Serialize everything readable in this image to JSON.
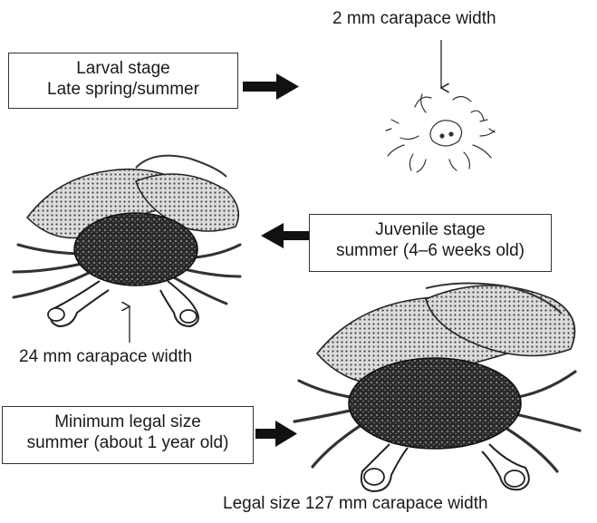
{
  "larval": {
    "line1": "Larval stage",
    "line2": "Late spring/summer",
    "size_caption": "2 mm carapace width"
  },
  "juvenile": {
    "line1": "Juvenile stage",
    "line2": "summer (4–6 weeks old)",
    "size_caption": "24 mm carapace width"
  },
  "legal": {
    "line1": "Minimum legal size",
    "line2": "summer (about 1 year old)",
    "size_caption": "Legal size 127 mm carapace width"
  }
}
